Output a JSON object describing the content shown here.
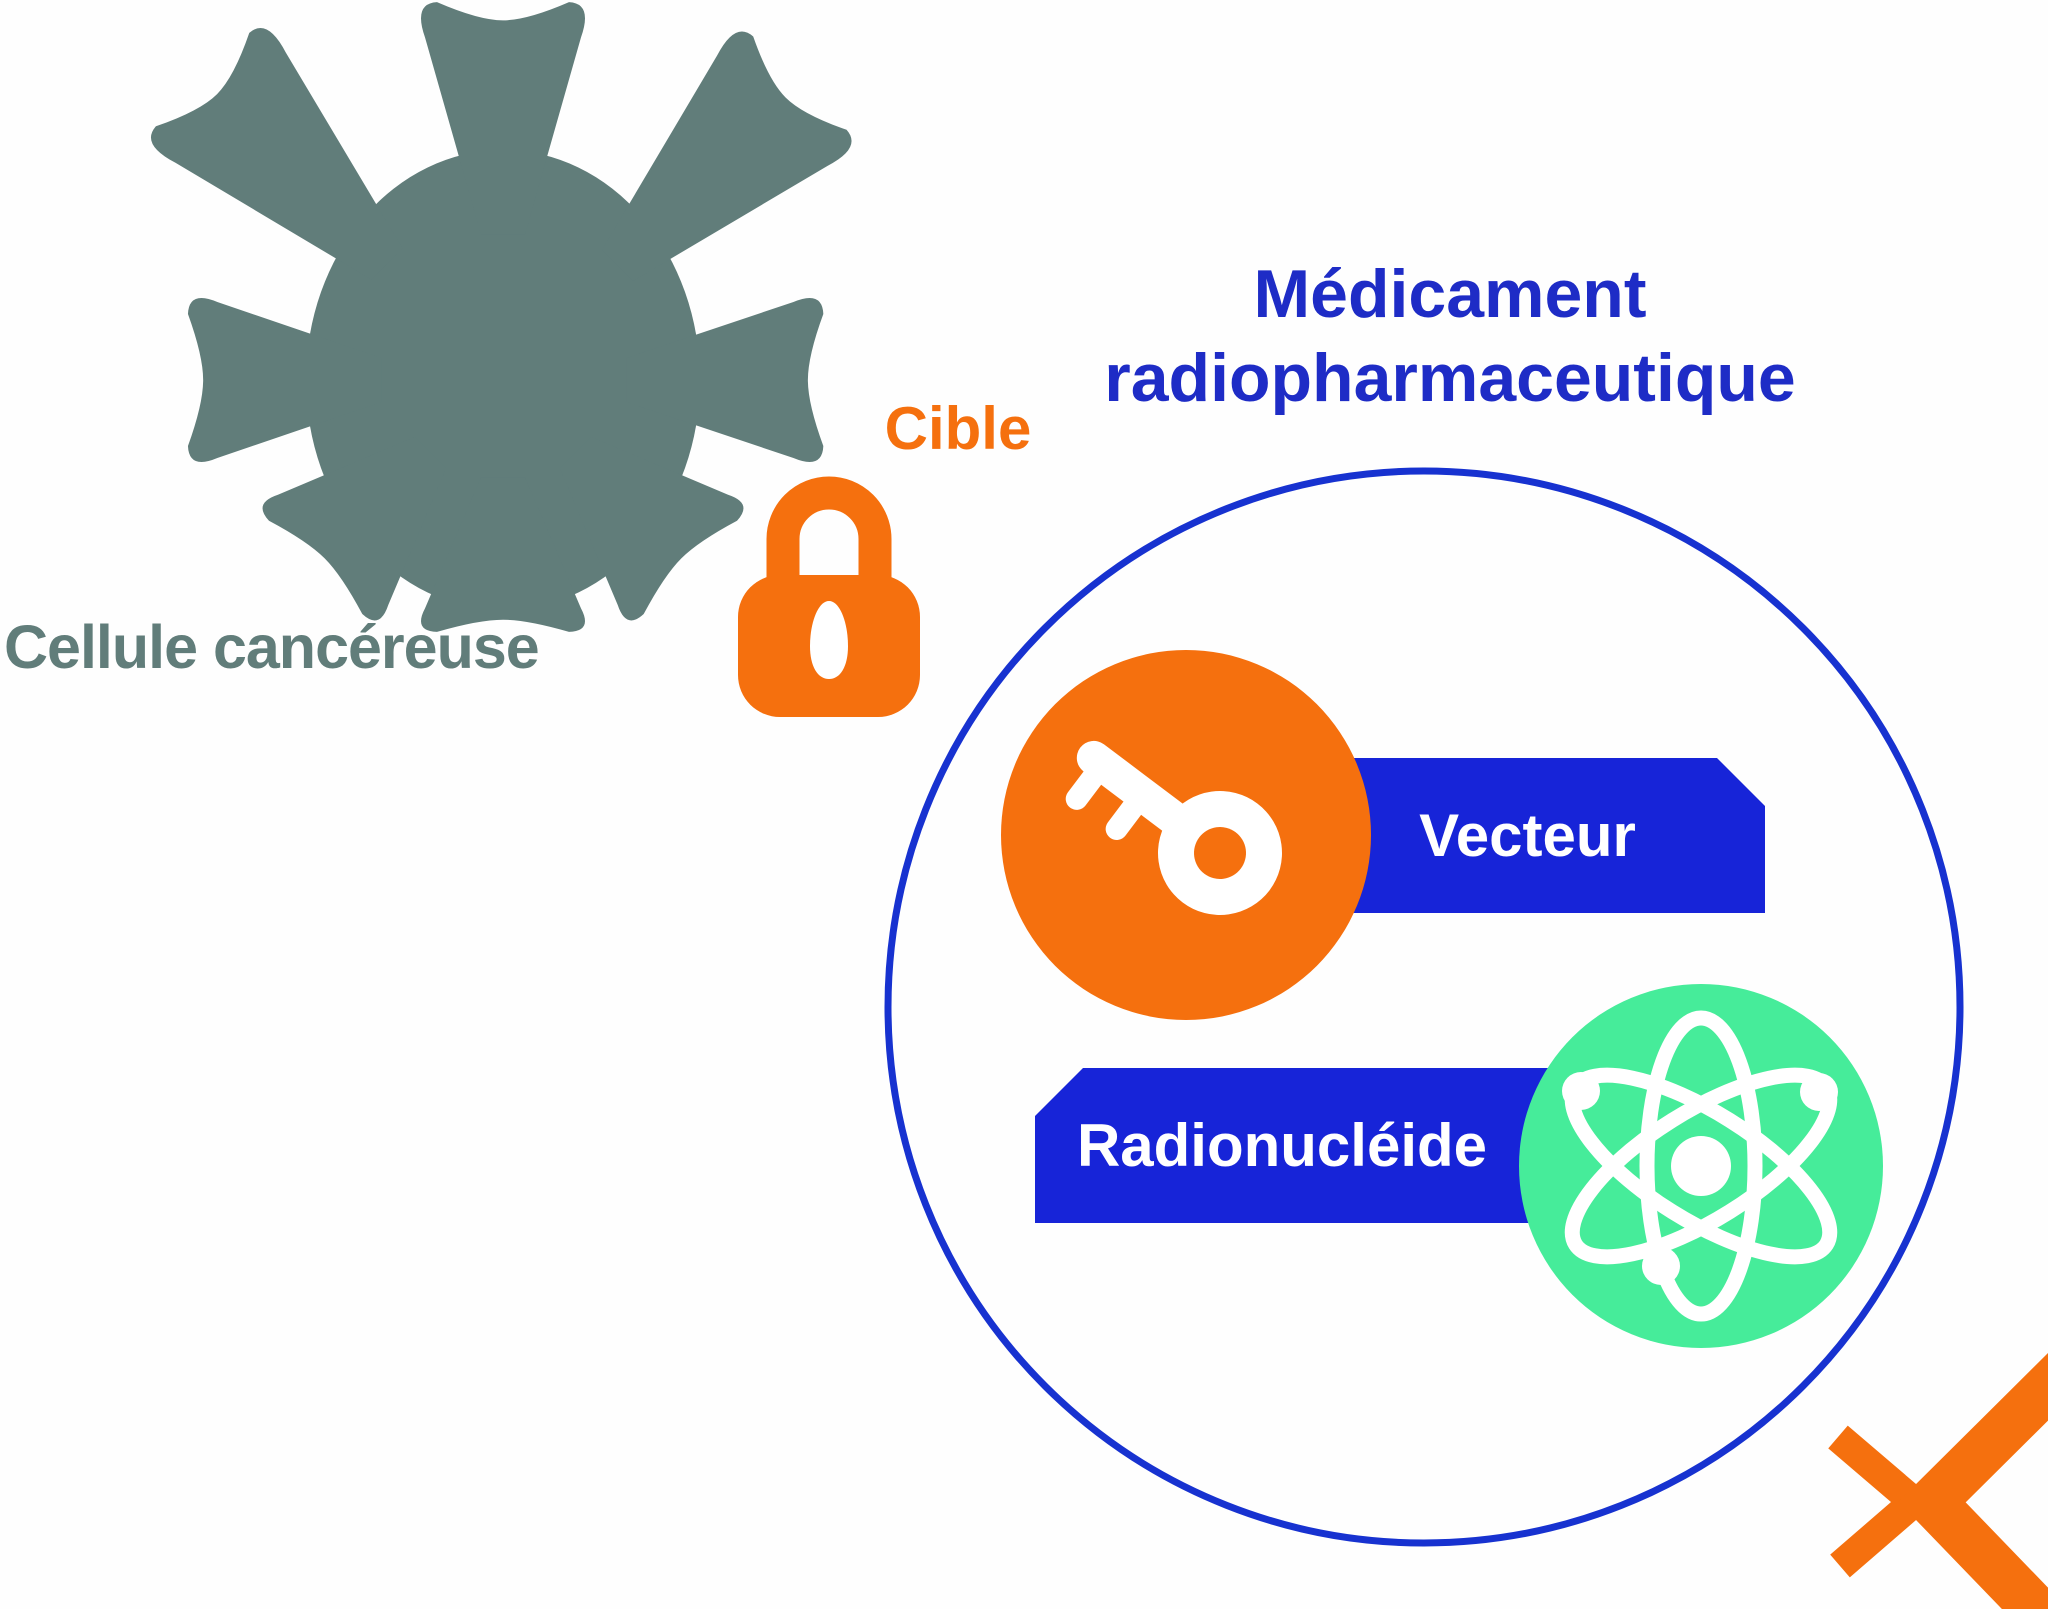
{
  "diagram": {
    "cancer_cell": {
      "label": "Cellule cancéreuse",
      "icon": "virus-icon",
      "color": "#617d7a"
    },
    "target": {
      "label": "Cible",
      "icon": "lock-icon",
      "color": "#f5700e"
    },
    "drug": {
      "title_line1": "Médicament",
      "title_line2": "radiopharmaceutique",
      "title_color": "#1e2cc6",
      "outline_color": "#1732d0",
      "components": [
        {
          "label": "Vecteur",
          "icon": "key-icon",
          "icon_bg": "#f5700e",
          "banner_color": "#1724d8"
        },
        {
          "label": "Radionucléide",
          "icon": "atom-icon",
          "icon_bg": "#46ec9a",
          "banner_color": "#1724d8"
        }
      ]
    },
    "logo": {
      "icon": "x-logo",
      "color": "#f5700e"
    }
  }
}
